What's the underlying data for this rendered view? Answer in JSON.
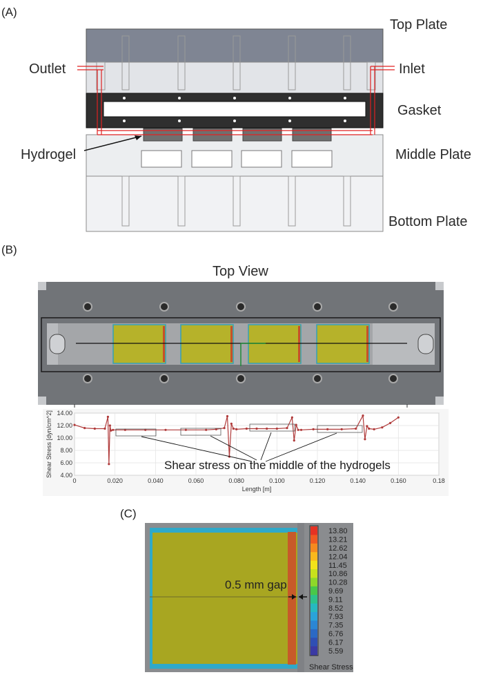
{
  "panel_a": {
    "tag": "(A)",
    "labels": {
      "top_plate": "Top Plate",
      "inlet": "Inlet",
      "outlet": "Outlet",
      "gasket": "Gasket",
      "hydrogel": "Hydrogel",
      "middle_plate": "Middle Plate",
      "bottom_plate": "Bottom Plate"
    }
  },
  "panel_b": {
    "tag": "(B)",
    "title": "Top View",
    "annotation": "Shear stress on the middle of the hydrogels"
  },
  "panel_c": {
    "tag": "(C)",
    "gap_label": "0.5 mm gap",
    "colorbar_title": "Shear Stress",
    "colorbar_values": [
      "13.80",
      "13.21",
      "12.62",
      "12.04",
      "11.45",
      "10.86",
      "10.28",
      "9.69",
      "9.11",
      "8.52",
      "7.93",
      "7.35",
      "6.76",
      "6.17",
      "5.59"
    ],
    "colorbar_colors": [
      "#e53224",
      "#ef5a22",
      "#f58a1f",
      "#f9b81c",
      "#f3e31a",
      "#c8e11c",
      "#8fd829",
      "#49c84a",
      "#2dc28b",
      "#27b8c0",
      "#2aa3d9",
      "#2b86d3",
      "#2b69c4",
      "#2f4fb4",
      "#3b3aa4"
    ]
  },
  "chart_data": {
    "type": "line",
    "title": "",
    "xlabel": "Length [m]",
    "ylabel": "Shear Stress [dyn/cm^2]",
    "xlim": [
      0,
      0.18
    ],
    "ylim": [
      4.0,
      14.0
    ],
    "x_ticks": [
      "0",
      "0.020",
      "0.040",
      "0.060",
      "0.080",
      "0.100",
      "0.120",
      "0.140",
      "0.160",
      "0.18"
    ],
    "y_ticks": [
      "4.00",
      "6.00",
      "8.00",
      "10.00",
      "12.00",
      "14.00"
    ],
    "grid": true,
    "series": [
      {
        "color": "#b03a3a",
        "x": [
          0.0,
          0.005,
          0.01,
          0.015,
          0.0165,
          0.017,
          0.0175,
          0.018,
          0.019,
          0.025,
          0.035,
          0.045,
          0.055,
          0.065,
          0.07,
          0.074,
          0.0755,
          0.0765,
          0.0775,
          0.0785,
          0.08,
          0.085,
          0.09,
          0.095,
          0.1,
          0.105,
          0.1075,
          0.1085,
          0.1095,
          0.1105,
          0.112,
          0.118,
          0.125,
          0.132,
          0.139,
          0.1425,
          0.1435,
          0.1445,
          0.1455,
          0.148,
          0.152,
          0.156,
          0.16
        ],
        "y": [
          12.1,
          11.6,
          11.5,
          11.5,
          13.4,
          5.8,
          12.0,
          11.2,
          11.3,
          11.3,
          11.3,
          11.3,
          11.3,
          11.3,
          11.4,
          11.6,
          13.5,
          7.0,
          12.3,
          11.5,
          11.4,
          11.5,
          11.5,
          11.5,
          11.5,
          11.6,
          13.3,
          9.6,
          12.1,
          11.3,
          11.3,
          11.4,
          11.4,
          11.4,
          11.5,
          13.6,
          9.8,
          11.9,
          11.5,
          11.4,
          11.7,
          12.4,
          13.3
        ]
      }
    ]
  }
}
